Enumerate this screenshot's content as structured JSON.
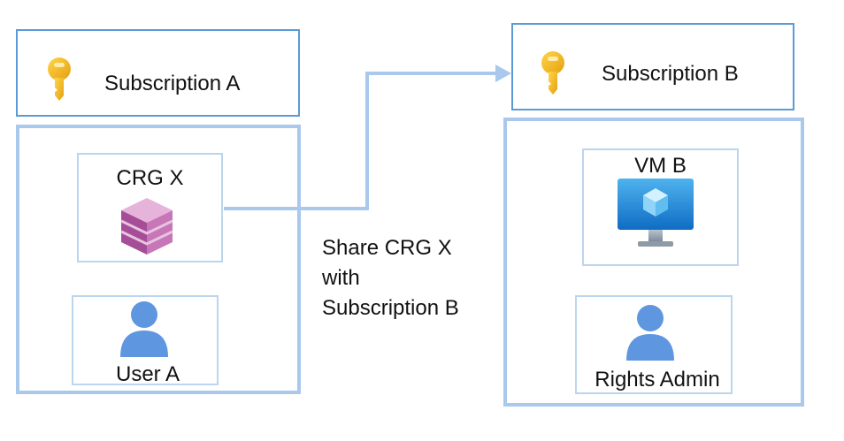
{
  "subscription_a": {
    "label": "Subscription A",
    "icon": "key-icon"
  },
  "subscription_b": {
    "label": "Subscription B",
    "icon": "key-icon"
  },
  "crg_x": {
    "label": "CRG X",
    "icon": "capacity-reservation-group-icon"
  },
  "user_a": {
    "label": "User A",
    "icon": "user-icon"
  },
  "vm_b": {
    "label": "VM B",
    "icon": "virtual-machine-icon"
  },
  "rights_admin": {
    "label": "Rights Admin",
    "icon": "user-icon"
  },
  "share": {
    "lines": [
      "Share CRG X",
      "with",
      "Subscription B"
    ]
  },
  "colors": {
    "box_border": "#5b9bd5",
    "group_border": "#a9c8ec",
    "arrow": "#a9c8ec",
    "key": "#f2b51a",
    "user": "#5f96e0",
    "crg": "#b45aa4",
    "vm": "#1e8cdc"
  }
}
